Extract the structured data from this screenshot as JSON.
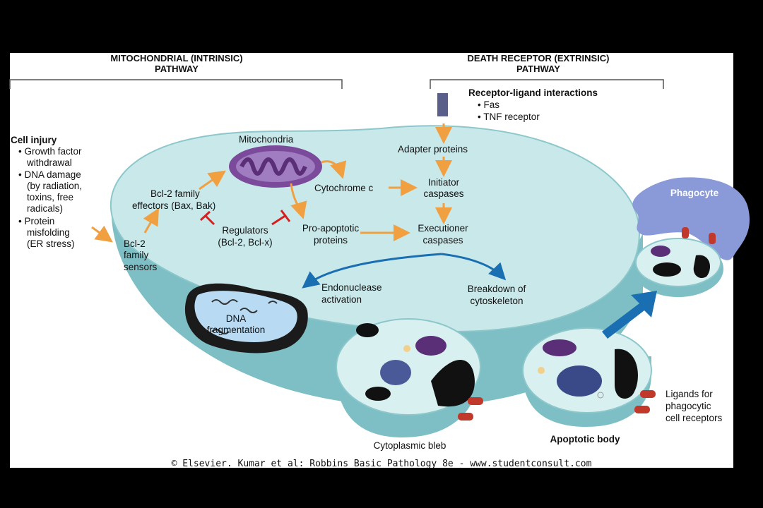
{
  "headers": {
    "intrinsic_line1": "MITOCHONDRIAL (INTRINSIC)",
    "intrinsic_line2": "PATHWAY",
    "extrinsic_line1": "DEATH RECEPTOR (EXTRINSIC)",
    "extrinsic_line2": "PATHWAY"
  },
  "cell_injury": {
    "title": "Cell injury",
    "lines": [
      "• Growth factor",
      "withdrawal",
      "• DNA damage",
      "(by radiation,",
      "toxins, free",
      "radicals)",
      "• Protein",
      "misfolding",
      "(ER stress)"
    ]
  },
  "receptor": {
    "title": "Receptor-ligand interactions",
    "items": [
      "• Fas",
      "• TNF receptor"
    ]
  },
  "nodes": {
    "mitochondria": "Mitochondria",
    "adapter": "Adapter proteins",
    "cytochrome": "Cytochrome c",
    "initiator_1": "Initiator",
    "initiator_2": "caspases",
    "bcl2_eff_1": "Bcl-2 family",
    "bcl2_eff_2": "effectors (Bax, Bak)",
    "regulators_1": "Regulators",
    "regulators_2": "(Bcl-2, Bcl-x)",
    "proapop_1": "Pro-apoptotic",
    "proapop_2": "proteins",
    "executioner_1": "Executioner",
    "executioner_2": "caspases",
    "sensors_1": "Bcl-2",
    "sensors_2": "family",
    "sensors_3": "sensors",
    "endo_1": "Endonuclease",
    "endo_2": "activation",
    "cyto_1": "Breakdown of",
    "cyto_2": "cytoskeleton",
    "dna_1": "DNA",
    "dna_2": "fragmentation",
    "phagocyte": "Phagocyte",
    "ligands_1": "Ligands for",
    "ligands_2": "phagocytic",
    "ligands_3": "cell receptors",
    "bleb": "Cytoplasmic bleb",
    "apoptotic_body": "Apoptotic body"
  },
  "footer": "© Elsevier. Kumar et al: Robbins Basic Pathology 8e - www.studentconsult.com",
  "colors": {
    "cell": "#c9e8ea",
    "cell_edge": "#8cc7cb",
    "arrow_orange": "#f0a040",
    "arrow_blue": "#1a6fb3",
    "inhibit_red": "#d42020",
    "mito": "#7b4a9a",
    "phagocyte": "#8a9ad8"
  }
}
